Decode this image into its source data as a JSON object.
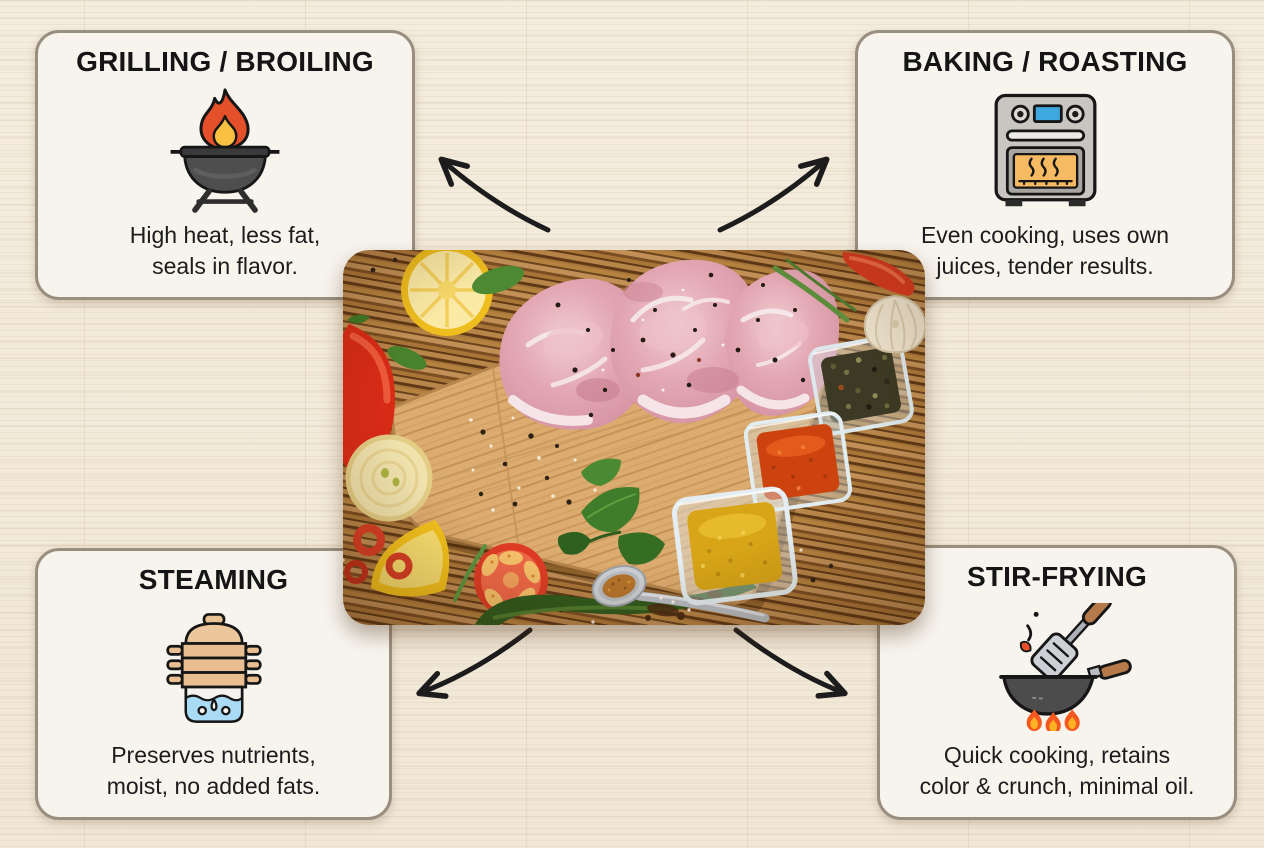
{
  "infographic": {
    "alt": "Meat cooking methods infographic",
    "center_image_alt": "Raw pork chops on a wooden cutting board with spices, herbs and vegetables"
  },
  "cards": [
    {
      "id": "grilling-broiling",
      "title": "GRILLING / BROILING",
      "line1": "High heat, less fat,",
      "line2": "seals in flavor.",
      "icon": "charcoal-grill-icon"
    },
    {
      "id": "baking-roasting",
      "title": "BAKING / ROASTING",
      "line1": "Even cooking, uses own",
      "line2": "juices, tender results.",
      "icon": "oven-icon"
    },
    {
      "id": "steaming",
      "title": "STEAMING",
      "line1": "Preserves nutrients,",
      "line2": "moist, no added fats.",
      "icon": "steamer-pot-icon"
    },
    {
      "id": "stir-frying",
      "title": "STIR-FRYING",
      "line1": "Quick cooking, retains",
      "line2": "color & crunch, minimal oil.",
      "icon": "wok-icon"
    }
  ],
  "colors": {
    "page_background": "#f3ebdc",
    "card_background": "#f7f4ee",
    "card_border": "#9a8e7e",
    "heading_text": "#151515",
    "body_text": "#1c1c1c",
    "arrow": "#1c1c1c",
    "flame_orange": "#e4502a",
    "flame_yellow": "#f9c041",
    "oven_display_blue": "#3fa7e0",
    "oven_window_orange": "#f6ba62",
    "steamer_tan": "#ecc79b",
    "water_blue": "#a9dcf4",
    "wok_gray": "#4c4c4c",
    "handle_brown": "#b5794a"
  }
}
